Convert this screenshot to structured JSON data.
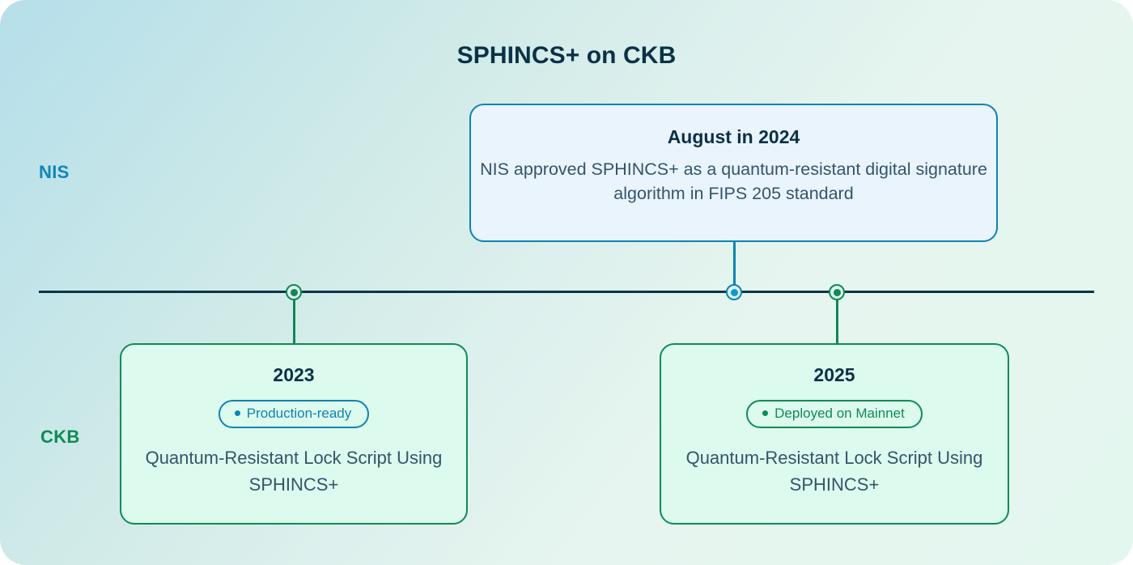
{
  "title": "SPHINCS+ on CKB",
  "lanes": [
    {
      "id": "nis",
      "label": "NIS",
      "color": "#0d88b6"
    },
    {
      "id": "ckb",
      "label": "CKB",
      "color": "#0e8b56"
    }
  ],
  "timeline": {
    "axis_color": "#0a3547",
    "markers": [
      {
        "id": "marker-2023",
        "lane": "ckb",
        "color": "#10875a",
        "direction": "down"
      },
      {
        "id": "marker-2024",
        "lane": "nis",
        "color": "#0d83b2",
        "direction": "up"
      },
      {
        "id": "marker-2025",
        "lane": "ckb",
        "color": "#10875a",
        "direction": "down"
      }
    ]
  },
  "cards": {
    "nis_2024": {
      "heading": "August in 2024",
      "body": "NIS approved SPHINCS+ as a quantum-resistant digital signature algorithm in FIPS 205 standard",
      "border_color": "#0d83b2",
      "fill_color": "#eaf4fd"
    },
    "ckb_2023": {
      "heading": "2023",
      "badge": "Production-ready",
      "badge_color": "#0d83b2",
      "body": "Quantum-Resistant Lock Script Using SPHINCS+",
      "border_color": "#0e8b56",
      "fill_color": "#ddfaee"
    },
    "ckb_2025": {
      "heading": "2025",
      "badge": "Deployed on Mainnet",
      "badge_color": "#0e8b56",
      "body": "Quantum-Resistant Lock Script Using SPHINCS+",
      "border_color": "#0e8b56",
      "fill_color": "#ddfaee"
    }
  },
  "theme": {
    "background_from": "#b6dfea",
    "background_to": "#e4f7ef",
    "title_color": "#0a3146",
    "body_text_color": "#33556a"
  }
}
